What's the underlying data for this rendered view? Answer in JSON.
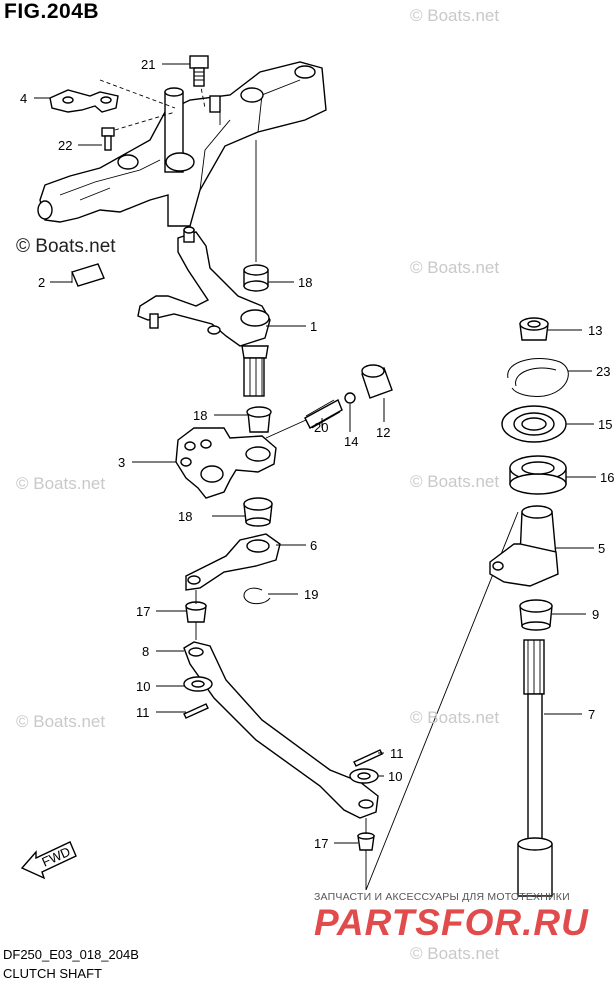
{
  "figure": {
    "title": "FIG.204B",
    "code": "DF250_E03_018_204B",
    "subtitle": "CLUTCH SHAFT",
    "fwd_label": "FWD"
  },
  "watermarks": {
    "boats": "© Boats.net",
    "parts_tagline": "ЗАПЧАСТИ И АКСЕССУАРЫ ДЛЯ МОТОТЕХНИКИ",
    "parts_logo": "PARTSFOR.RU"
  },
  "callouts": [
    {
      "label": "21"
    },
    {
      "label": "4"
    },
    {
      "label": "22"
    },
    {
      "label": "2"
    },
    {
      "label": "18"
    },
    {
      "label": "1"
    },
    {
      "label": "13"
    },
    {
      "label": "23"
    },
    {
      "label": "15"
    },
    {
      "label": "12"
    },
    {
      "label": "14"
    },
    {
      "label": "20"
    },
    {
      "label": "18"
    },
    {
      "label": "3"
    },
    {
      "label": "16"
    },
    {
      "label": "18"
    },
    {
      "label": "6"
    },
    {
      "label": "5"
    },
    {
      "label": "17"
    },
    {
      "label": "19"
    },
    {
      "label": "9"
    },
    {
      "label": "8"
    },
    {
      "label": "10"
    },
    {
      "label": "11"
    },
    {
      "label": "7"
    },
    {
      "label": "11"
    },
    {
      "label": "10"
    },
    {
      "label": "17"
    }
  ]
}
